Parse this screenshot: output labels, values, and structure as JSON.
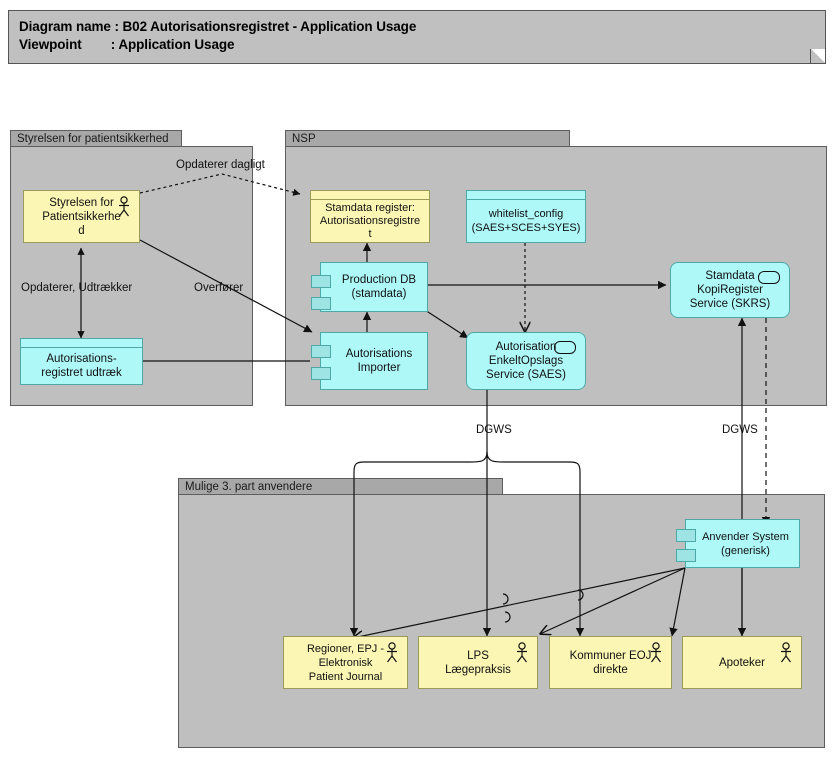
{
  "title": {
    "line1": "Diagram name : B02 Autorisationsregistret - Application Usage",
    "line2": "Viewpoint        : Application Usage"
  },
  "groups": [
    {
      "id": "styrelsen",
      "label": "Styrelsen for patientsikkerhed"
    },
    {
      "id": "nsp",
      "label": "NSP"
    },
    {
      "id": "tredjepart",
      "label": "Mulige 3. part anvendere"
    }
  ],
  "nodes": {
    "styrelsen_actor": {
      "label": "Styrelsen for\nPatientsikkerhe\nd"
    },
    "udtraek": {
      "label": "Autorisations-\nregistret udtræk"
    },
    "stamdata_register": {
      "label": "Stamdata register:\nAutorisationsregistre\nt"
    },
    "whitelist_config": {
      "label": "whitelist_config\n(SAES+SCES+SYES)"
    },
    "production_db": {
      "label": "Production DB\n(stamdata)"
    },
    "autorisations_importer": {
      "label": "Autorisations\nImporter"
    },
    "saes": {
      "label": "Autorisation\nEnkeltOpslags\nService (SAES)"
    },
    "skrs": {
      "label": "Stamdata\nKopiRegister\nService (SKRS)"
    },
    "anvender_system": {
      "label": "Anvender System\n(generisk)"
    },
    "regioner": {
      "label": "Regioner, EPJ -\nElektronisk\nPatient Journal"
    },
    "lps": {
      "label": "LPS\nLægepraksis"
    },
    "kommuner": {
      "label": "Kommuner EOJ\ndirekte"
    },
    "apoteker": {
      "label": "Apoteker"
    }
  },
  "edge_labels": {
    "opdaterer_dagligt": "Opdaterer dagligt",
    "opdaterer_udtraekker": "Opdaterer, Udtrækker",
    "overfoerer": "Overfører",
    "dgws_left": "DGWS",
    "dgws_right": "DGWS"
  },
  "colors": {
    "canvas": "#ffffff",
    "banner": "#c0c0c0",
    "group_header": "#a8a8a8",
    "group_body": "#bfbfbf",
    "business_yellow": "#fbf6b3",
    "application_cyan": "#aef8f8",
    "border_cyan": "#4fa8a8",
    "border_yellow": "#9a9a5a",
    "line": "#111111"
  }
}
